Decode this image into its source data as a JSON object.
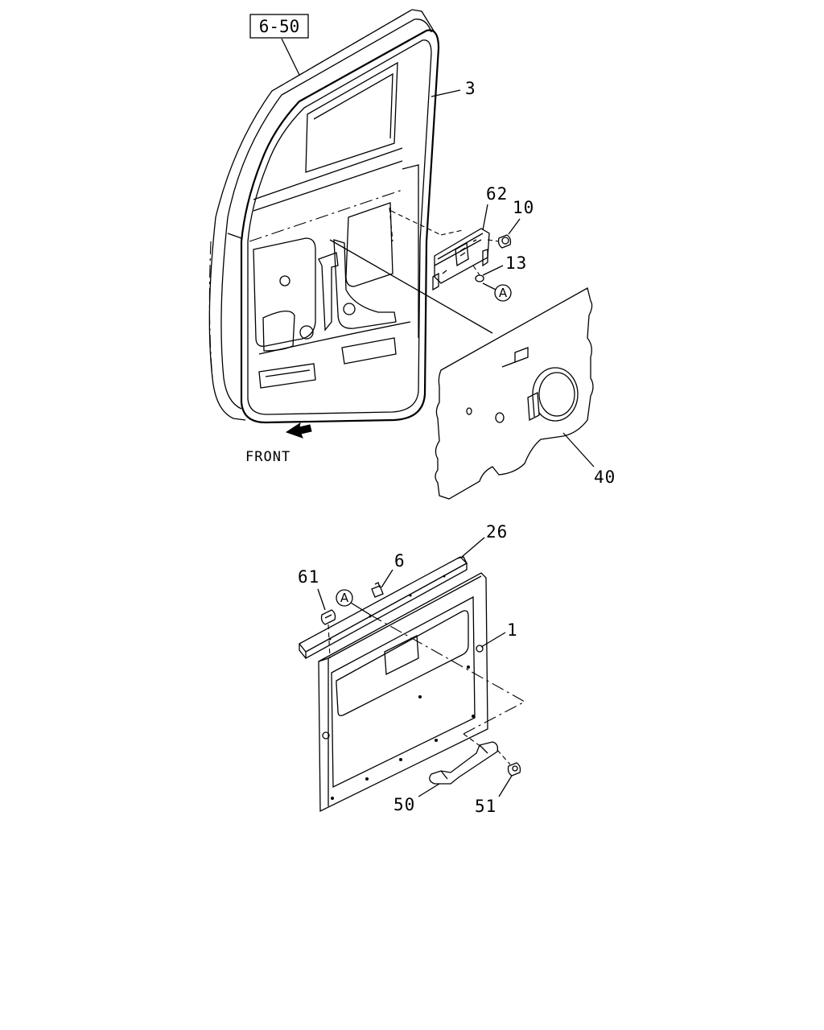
{
  "reference_box": "6-50",
  "front_label": "FRONT",
  "circle_ref": "A",
  "parts": {
    "p3": "3",
    "p62": "62",
    "p10": "10",
    "p13": "13",
    "p40": "40",
    "p26": "26",
    "p6": "6",
    "p61": "61",
    "p1": "1",
    "p50": "50",
    "p51": "51"
  }
}
